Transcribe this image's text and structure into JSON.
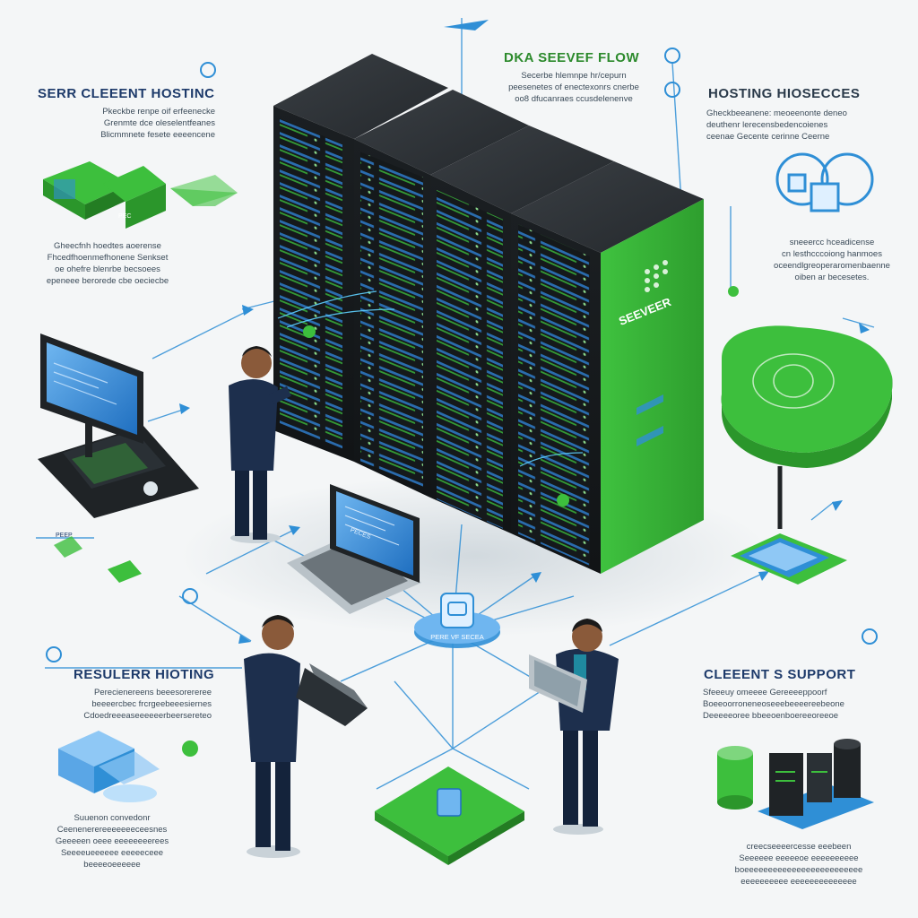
{
  "colors": {
    "background": "#f4f6f7",
    "rack": "#1f2326",
    "accent_green": "#3dbf3d",
    "accent_blue": "#2f8fd6",
    "navy": "#1d3a6a"
  },
  "labels": {
    "server_client_hosting": {
      "title": "SERR CLEEENT HOSTINC",
      "lines": [
        "Pkeckbe renpe oif erfeenecke",
        "Grenmte dce oleselentfeanes",
        "Blicmmnete fesete eeeencene"
      ]
    },
    "data_server_flow": {
      "title": "DKA SEEVEF FLOW",
      "lines": [
        "Secerbe hlemnpe hr/cepurn",
        "peesenetes of enectexonrs cnerbe",
        "oo8 dfucanraes ccusdelenenve"
      ]
    },
    "hosting_hosecces": {
      "title": "HOSTING HIOSECCES",
      "lines": [
        "Gheckbeeanene: meoeenonte deneo",
        "deuthenr lerecensbedencoienes",
        "ceenae Gecente cerinne Ceerne"
      ]
    },
    "left_mid": {
      "lines": [
        "Gheecfnh hoedtes aoerense",
        "Fhcedfhoenmefhonene Senkset",
        "oe ohefre blenrbe becsoees",
        "epeneee berorede cbe oeciecbe"
      ]
    },
    "right_mid": {
      "lines": [
        "sneeercc hceadicense",
        "cn lesthcccoiong hanmoes",
        "oceendlgreoperaromenbaenne",
        "oiben ar becesetes."
      ]
    },
    "reseller_hosting": {
      "title": "RESULERR HIOTING",
      "lines": [
        "Perecienereens beeesorereree",
        "beeeercbec frcrgeebeeesiernes",
        "Cdoedreeeaseeeeeerbeersereteo"
      ]
    },
    "client_support": {
      "title": "CLEEENT S SUPPORT",
      "lines": [
        "Sfeeeuy omeeee Gereeeeppoorf",
        "Boeeoorroneneoseeebeeeereebeone",
        "Deeeeeoree bbeeoenboereeoreeoe"
      ]
    },
    "left_bottom": {
      "lines": [
        "Suuenon convedonr",
        "Ceenenerereeeeeeeceesnes",
        "Geeeeen oeee eeeeeeeerees",
        "Seeeeueeeeee eeeeeceee",
        "beeeeoeeeeee"
      ]
    },
    "right_bottom": {
      "lines": [
        "creecseeeercesse eeebeen",
        "Seeeeee eeeeeoe eeeeeeeeee",
        "boeeeeeeeeeeeeeeeeeeeeeeeee",
        "eeeeeeeeee eeeeeeeeeeeeee"
      ]
    },
    "server_brand": "SEEVEER",
    "hub_label": "PERE VF SECEA",
    "laptop_screen": "PECES",
    "badge_left": "PEEP",
    "platform_green_label": "PEC"
  },
  "icons": {
    "server_rack": "server-rack-icon",
    "monitor": "desktop-monitor-icon",
    "laptop": "laptop-icon",
    "cloud_hub": "cloud-hub-icon",
    "database": "database-icon",
    "globe": "globe-icon",
    "location_pin": "location-pin-icon"
  }
}
